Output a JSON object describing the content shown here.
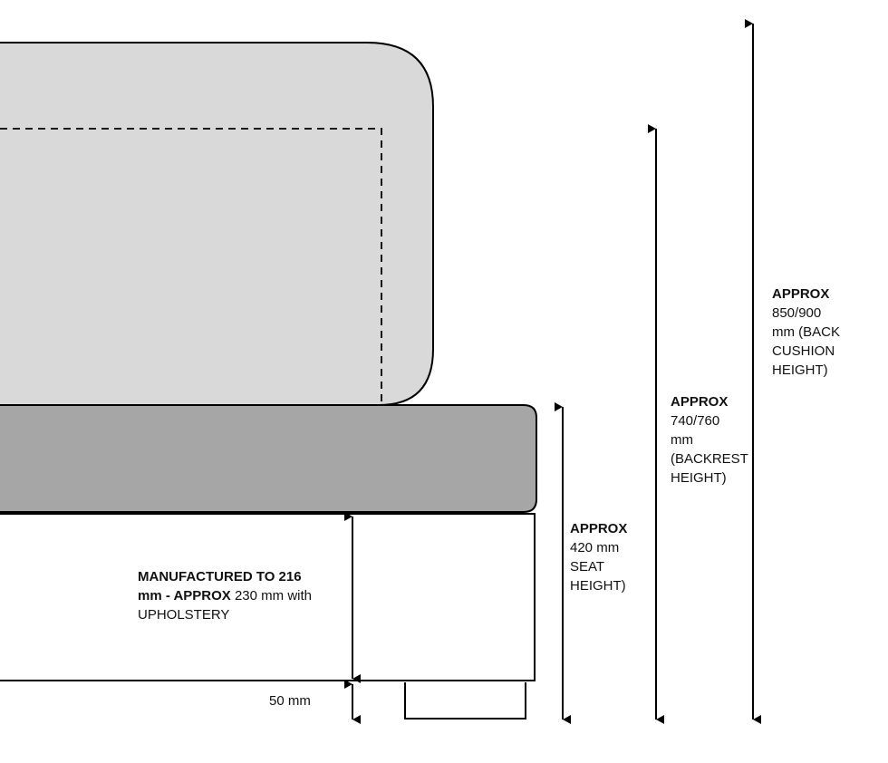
{
  "colors": {
    "back_cushion_fill": "#d9d9d9",
    "seat_cushion_fill": "#a6a6a6",
    "base_fill": "#ffffff",
    "line": "#000000"
  },
  "labels": {
    "back_cushion": {
      "bold": "APPROX",
      "line1": "850/900",
      "line2": "mm (BACK",
      "line3": "CUSHION",
      "line4": "HEIGHT)"
    },
    "backrest": {
      "bold": "APPROX",
      "line1": "740/760",
      "line2": "mm",
      "line3": "(BACKREST",
      "line4": "HEIGHT)"
    },
    "seat": {
      "bold": "APPROX",
      "line1": "420 mm",
      "line2": "SEAT",
      "line3": "HEIGHT)"
    },
    "base": {
      "bold1": "MANUFACTURED TO 216",
      "bold2": "mm - APPROX",
      "normal2": " 230 mm with",
      "line3": "UPHOLSTERY"
    },
    "leg": {
      "text": "50 mm"
    }
  }
}
